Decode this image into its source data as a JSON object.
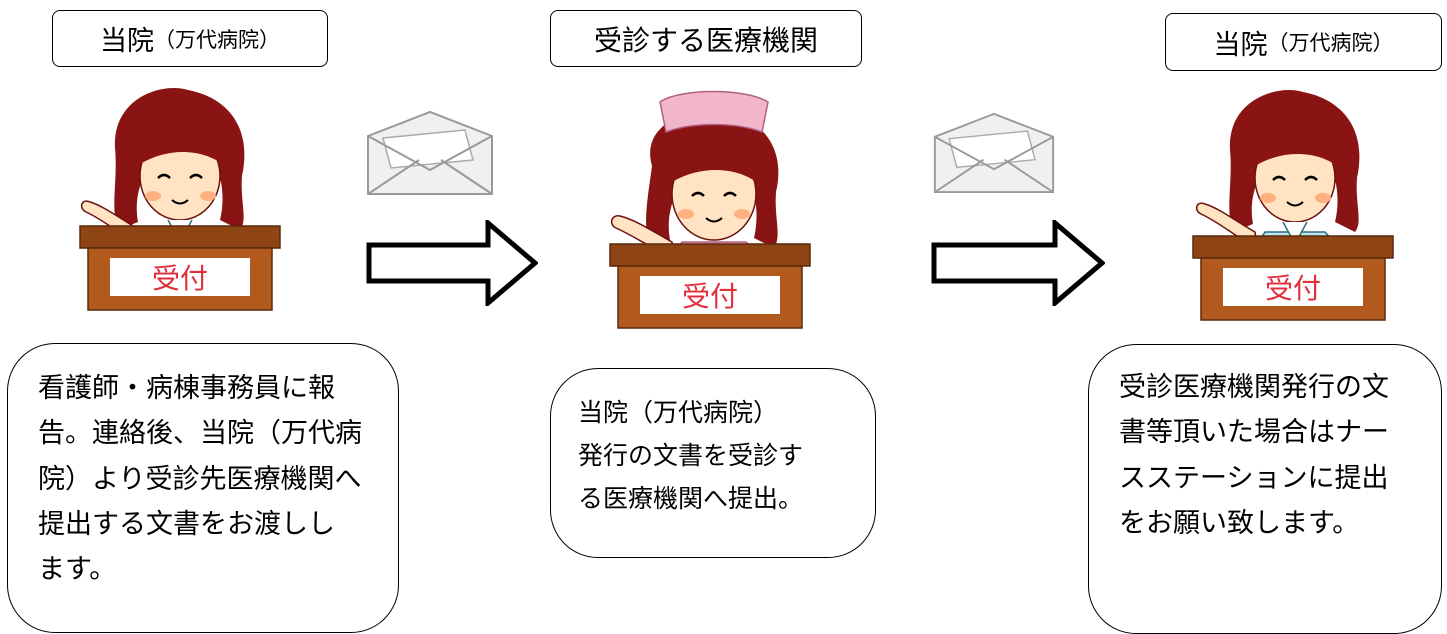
{
  "steps": [
    {
      "title_main": "当院",
      "title_sub": "（万代病院）",
      "desk_sign": "受付",
      "description": [
        "看護師・病棟事務員に報",
        "告。連絡後、当院（万代病",
        "院）より受診先医療機関へ",
        "提出する文書をお渡しし",
        "ます。"
      ]
    },
    {
      "title_main": "受診する医療機関",
      "title_sub": "",
      "desk_sign": "受付",
      "description": [
        "当院（万代病院）",
        "発行の文書を受診す",
        "る医療機関へ提出。"
      ]
    },
    {
      "title_main": "当院",
      "title_sub": "（万代病院）",
      "desk_sign": "受付",
      "description": [
        "受診医療機関発行の文",
        "書等頂いた場合はナー",
        "スステーションに提出",
        "をお願い致します。"
      ]
    }
  ],
  "colors": {
    "hair": "#8a1414",
    "skin": "#ffe3c2",
    "desk": "#b25a1e",
    "desk_top": "#8e4414",
    "sign_text": "#e0303c",
    "nurse_cap": "#f2b6cc",
    "uniform_receptionist": "#bfe8f0",
    "uniform_nurse": "#f2b6cc",
    "envelope": "#f0f0f0"
  },
  "icons": [
    "receptionist-figure",
    "nurse-figure",
    "envelope-icon",
    "right-arrow-icon"
  ]
}
